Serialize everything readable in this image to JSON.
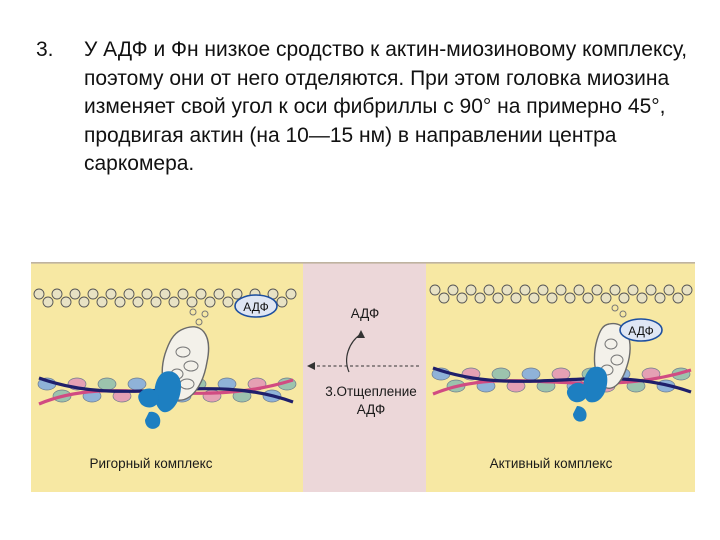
{
  "slide": {
    "item_number": "3.",
    "item_text": "У АДФ и Фн низкое сродство к актин-миозиновому комплексу, поэтому они от него отделяются. При этом головка миозина изменяет свой угол к оси фибриллы с 90° на примерно 45°, продвигая актин (на 10—15 нм) в направлении центра саркомера."
  },
  "figure": {
    "left_panel": {
      "label": "Ригорный комплекс",
      "badge": "АДФ"
    },
    "right_panel": {
      "label": "Активный комплекс",
      "badge": "АДФ"
    },
    "center": {
      "released_label": "АДФ",
      "step_line1": "3.Отщепление",
      "step_line2": "АДФ"
    },
    "colors": {
      "panel_bg": "#f7e8a3",
      "center_bg": "#ecd7d9",
      "actin_bead": "#e8e2c4",
      "thick_filament_pink": "#d14b82",
      "thick_filament_navy": "#1f1f6b",
      "filament_bead_blue": "#8fb2d8",
      "filament_bead_green": "#9cc3ad",
      "filament_bead_pink": "#e5a0b4",
      "myosin_blue": "#1d7fc1",
      "badge_fill": "#dfe6f4"
    }
  }
}
